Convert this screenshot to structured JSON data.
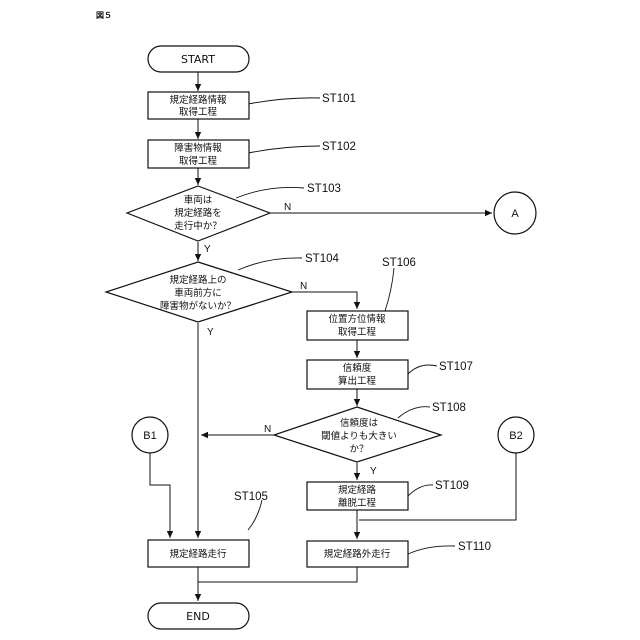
{
  "figure_label": "図５",
  "nodes": {
    "start": {
      "text": "START"
    },
    "st101": {
      "lines": [
        "規定経路情報",
        "取得工程"
      ],
      "step": "ST101"
    },
    "st102": {
      "lines": [
        "障害物情報",
        "取得工程"
      ],
      "step": "ST102"
    },
    "st103": {
      "lines": [
        "車両は",
        "規定経路を",
        "走行中か？"
      ],
      "step": "ST103"
    },
    "st104": {
      "lines": [
        "規定経路上の",
        "車両前方に",
        "障害物がないか？"
      ],
      "step": "ST104"
    },
    "st105": {
      "lines": [
        "規定経路走行"
      ],
      "step": "ST105"
    },
    "st106": {
      "lines": [
        "位置方位情報",
        "取得工程"
      ],
      "step": "ST106"
    },
    "st107": {
      "lines": [
        "信頼度",
        "算出工程"
      ],
      "step": "ST107"
    },
    "st108": {
      "lines": [
        "信頼度は",
        "閾値よりも大きい",
        "か？"
      ],
      "step": "ST108"
    },
    "st109": {
      "lines": [
        "規定経路",
        "離脱工程"
      ],
      "step": "ST109"
    },
    "st110": {
      "lines": [
        "規定経路外走行"
      ],
      "step": "ST110"
    },
    "end": {
      "text": "END"
    }
  },
  "connectors": {
    "a": "A",
    "b1": "B1",
    "b2": "B2"
  },
  "branches": {
    "yes": "Y",
    "no": "N"
  }
}
